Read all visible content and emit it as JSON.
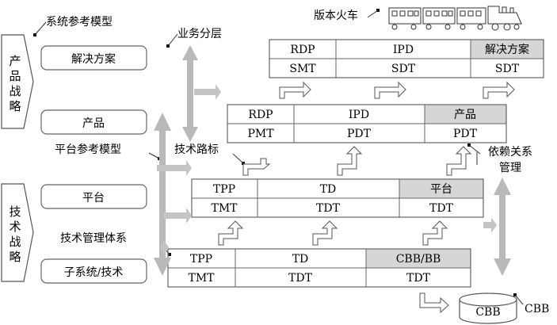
{
  "side": {
    "product_strategy": [
      "产",
      "品",
      "战",
      "略"
    ],
    "tech_strategy": [
      "技",
      "术",
      "战",
      "略"
    ]
  },
  "left_boxes": {
    "solution": "解决方案",
    "product": "产品",
    "platform": "平台",
    "subsystem": "子系统/技术"
  },
  "labels": {
    "system_model": "系统参考模型",
    "business_layer": "业务分层",
    "platform_model": "平台参考模型",
    "tech_roadmap": "技术路标",
    "tech_mgmt": "技术管理体系",
    "version_train": "版本火车",
    "dependency_1": "依赖关系",
    "dependency_2": "管理",
    "cbb_db": "CBB",
    "cbb_label": "CBB"
  },
  "tiers": {
    "t1": {
      "top": [
        "RDP",
        "IPD",
        "解决方案"
      ],
      "bottom": [
        "SMT",
        "SDT",
        "SDT"
      ]
    },
    "t2": {
      "top": [
        "RDP",
        "IPD",
        "产品"
      ],
      "bottom": [
        "PMT",
        "PDT",
        "PDT"
      ]
    },
    "t3": {
      "top": [
        "TPP",
        "TD",
        "平台"
      ],
      "bottom": [
        "TMT",
        "TDT",
        "TDT"
      ]
    },
    "t4": {
      "top": [
        "TPP",
        "TD",
        "CBB/BB"
      ],
      "bottom": [
        "TMT",
        "TDT",
        "TDT"
      ]
    }
  },
  "colors": {
    "line": "#555555",
    "arrow_fill": "#b9b9b9",
    "shaded_cell": "#d6d6d6"
  }
}
